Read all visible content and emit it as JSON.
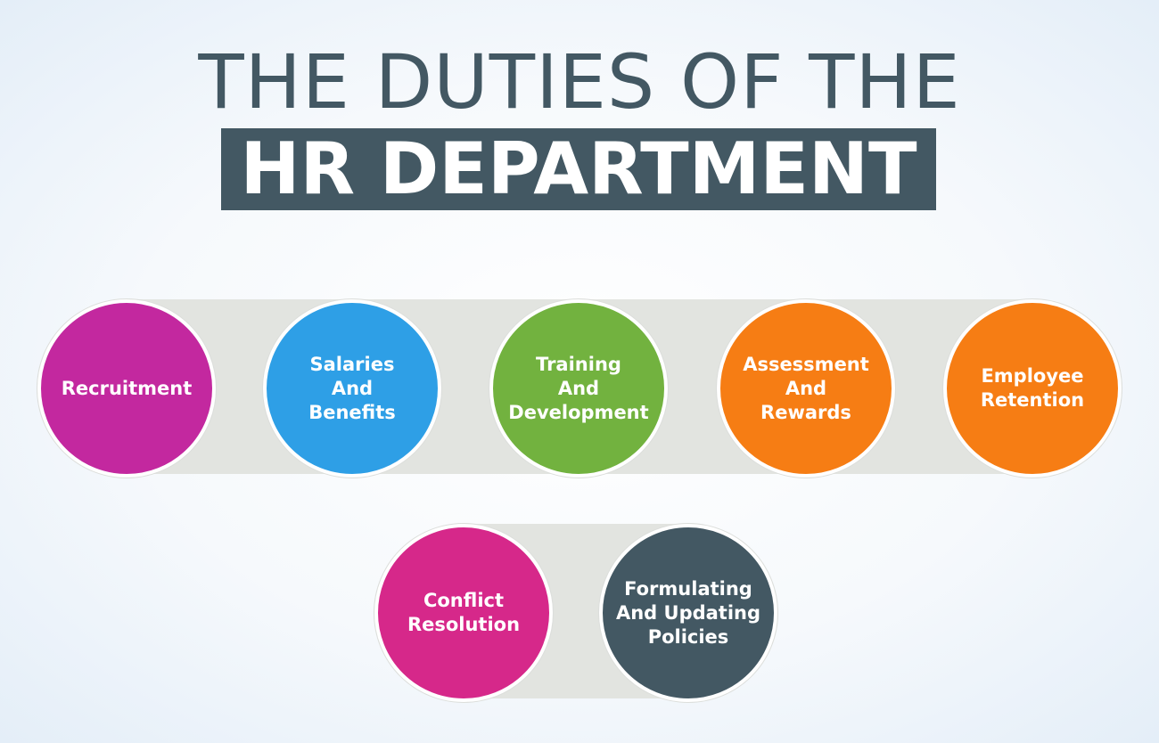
{
  "title": {
    "line1": "THE DUTIES OF THE",
    "line2": "HR DEPARTMENT"
  },
  "duties": [
    {
      "label": "Recruitment",
      "color": "#c3289f"
    },
    {
      "label": "Salaries\nAnd\nBenefits",
      "color": "#2e9fe6"
    },
    {
      "label": "Training\nAnd\nDevelopment",
      "color": "#72b23f"
    },
    {
      "label": "Assessment\nAnd\nRewards",
      "color": "#f67d14"
    },
    {
      "label": "Employee\nRetention",
      "color": "#f67d14"
    },
    {
      "label": "Conflict\nResolution",
      "color": "#d6288a"
    },
    {
      "label": "Formulating\nAnd Updating\nPolicies",
      "color": "#435863"
    }
  ],
  "colors": {
    "title": "#435863",
    "title_box": "#435863",
    "band": "#e2e4e0"
  }
}
